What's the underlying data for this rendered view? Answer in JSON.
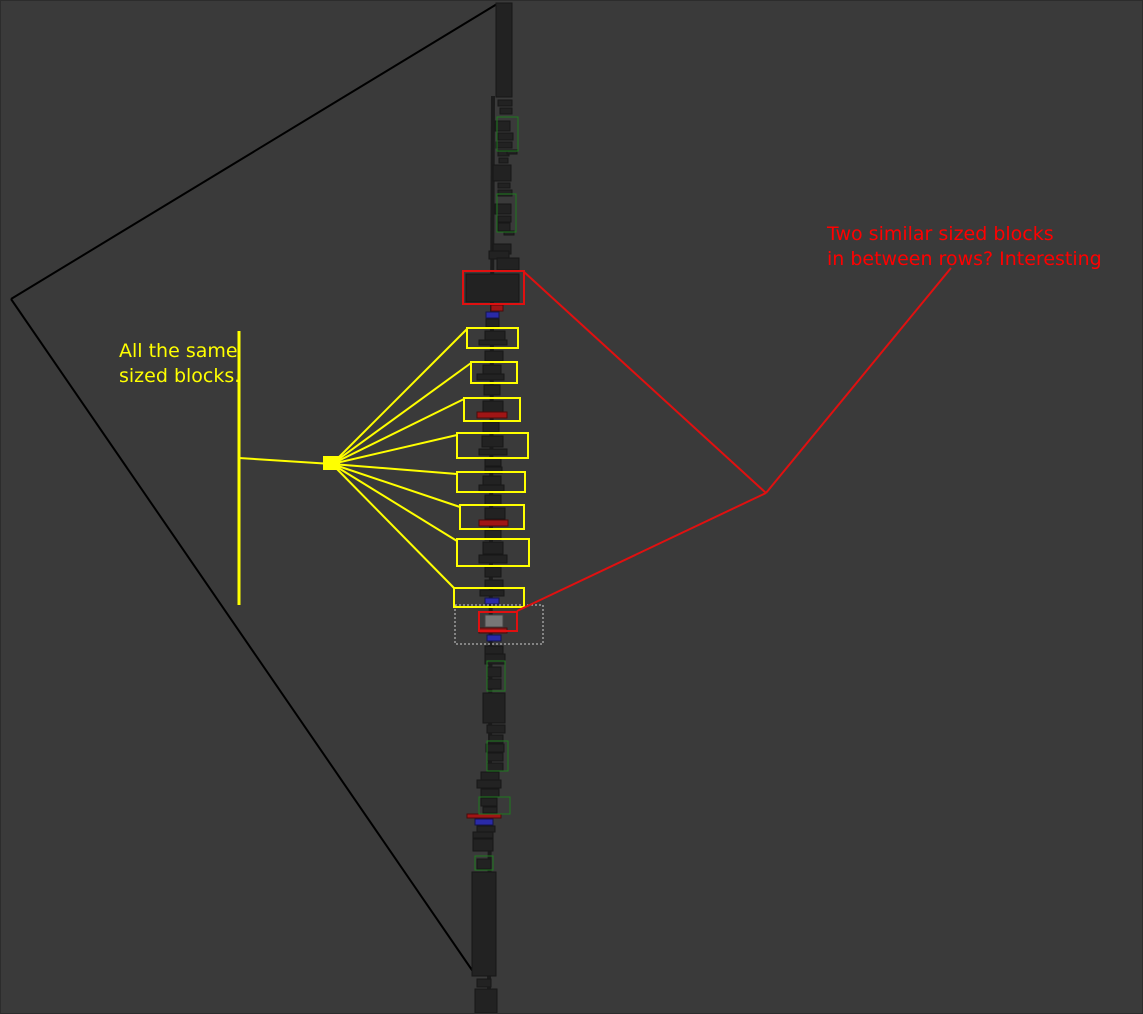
{
  "annotations": {
    "yellow_note": {
      "lines": [
        "All the same",
        "sized blocks."
      ],
      "color": "#ffff00"
    },
    "red_note": {
      "lines": [
        "Two similar sized blocks",
        "in between rows? Interesting"
      ],
      "color": "#ff0000"
    }
  },
  "colors": {
    "background": "#3a3a3a",
    "block_fill": "#222222",
    "block_stroke": "#171717",
    "green_outline": "#1f7a1f",
    "red_marker": "#a01515",
    "blue_marker": "#2a2aa8",
    "selected_block": "#777777",
    "selection_outline": "#cccccc",
    "black_outline": "#000000",
    "yellow_highlight": "#ffff00",
    "red_highlight": "#e01010"
  },
  "counts": {
    "yellow_highlighted_blocks": 8,
    "red_highlighted_blocks": 2
  }
}
